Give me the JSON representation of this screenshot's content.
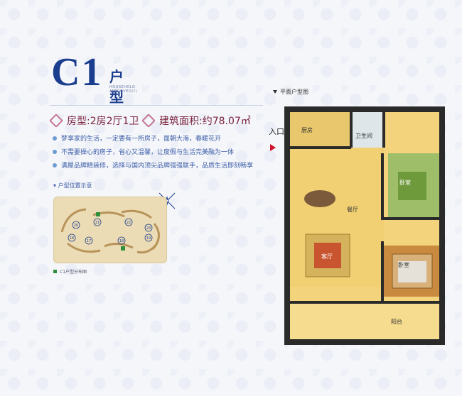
{
  "title": {
    "code": "C1",
    "type_word": "户型",
    "subtitle": "HOUSEHOLD APPROVED(?)"
  },
  "specs": {
    "rooms": "房型:2房2厅1卫",
    "area": "建筑面积:约78.07㎡"
  },
  "bullets": [
    "梦享家的生活，一定要有一所房子，面朝大海，春暖花开",
    "不需要操心的房子，省心又温馨，让度假与生活完美融为一体",
    "满屋品牌精装修，选择与国内顶尖品牌强强联手，品质生活即刻畅享"
  ],
  "location": {
    "title": "户型位置示意",
    "legend": "C1户型分布图",
    "numbers": [
      "20",
      "21",
      "22",
      "23",
      "16",
      "17",
      "18",
      "19"
    ]
  },
  "plan": {
    "label": "平面户型图",
    "entry": "入口",
    "rooms": {
      "kitchen": "厨房",
      "bathroom": "卫生间",
      "dining": "餐厅",
      "bedroom1": "卧室",
      "living": "客厅",
      "bedroom2": "卧室",
      "balcony": "阳台"
    }
  },
  "colors": {
    "brand": "#1b3d8e",
    "spec": "#7a1f3b",
    "bullet": "#3d5ea8",
    "marker": "#2f8f3a"
  }
}
